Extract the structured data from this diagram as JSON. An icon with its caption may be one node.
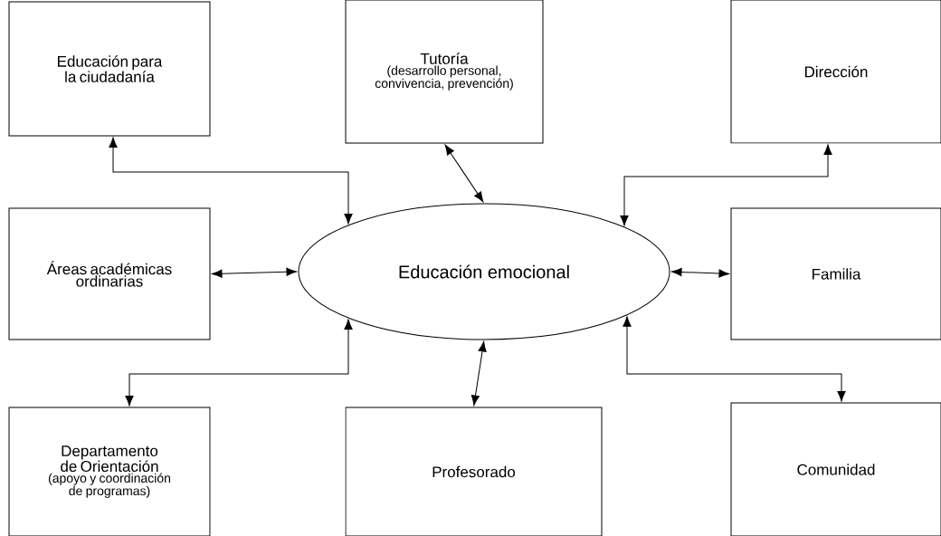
{
  "diagram": {
    "nodes": [
      {
        "text": [
          "Educación para la ciudadanía"
        ]
      },
      {
        "text": [
          "Tutoría",
          "(desarrollo personal, convivencia, prevención)"
        ]
      },
      {
        "text": [
          "Dirección"
        ]
      },
      {
        "text": [
          "Áreas académicas ordinarias"
        ]
      },
      {
        "text": [
          "Educación emocional"
        ]
      },
      {
        "text": [
          "Familia"
        ]
      },
      {
        "text": [
          "Departamento de Orientación",
          "(apoyo y coordinación de programas)"
        ]
      },
      {
        "text": [
          "Profesorado"
        ]
      },
      {
        "text": [
          "Comunidad"
        ]
      }
    ],
    "edges": [
      {
        "from": 0,
        "to": 4,
        "arrow": "both"
      },
      {
        "from": 1,
        "to": 4,
        "arrow": "both"
      },
      {
        "from": 2,
        "to": 4,
        "arrow": "both"
      },
      {
        "from": 3,
        "to": 4,
        "arrow": "both"
      },
      {
        "from": 4,
        "to": 5,
        "arrow": "both"
      },
      {
        "from": 6,
        "to": 4,
        "arrow": "both"
      },
      {
        "from": 7,
        "to": 4,
        "arrow": "both"
      },
      {
        "from": 8,
        "to": 4,
        "arrow": "both"
      }
    ]
  }
}
